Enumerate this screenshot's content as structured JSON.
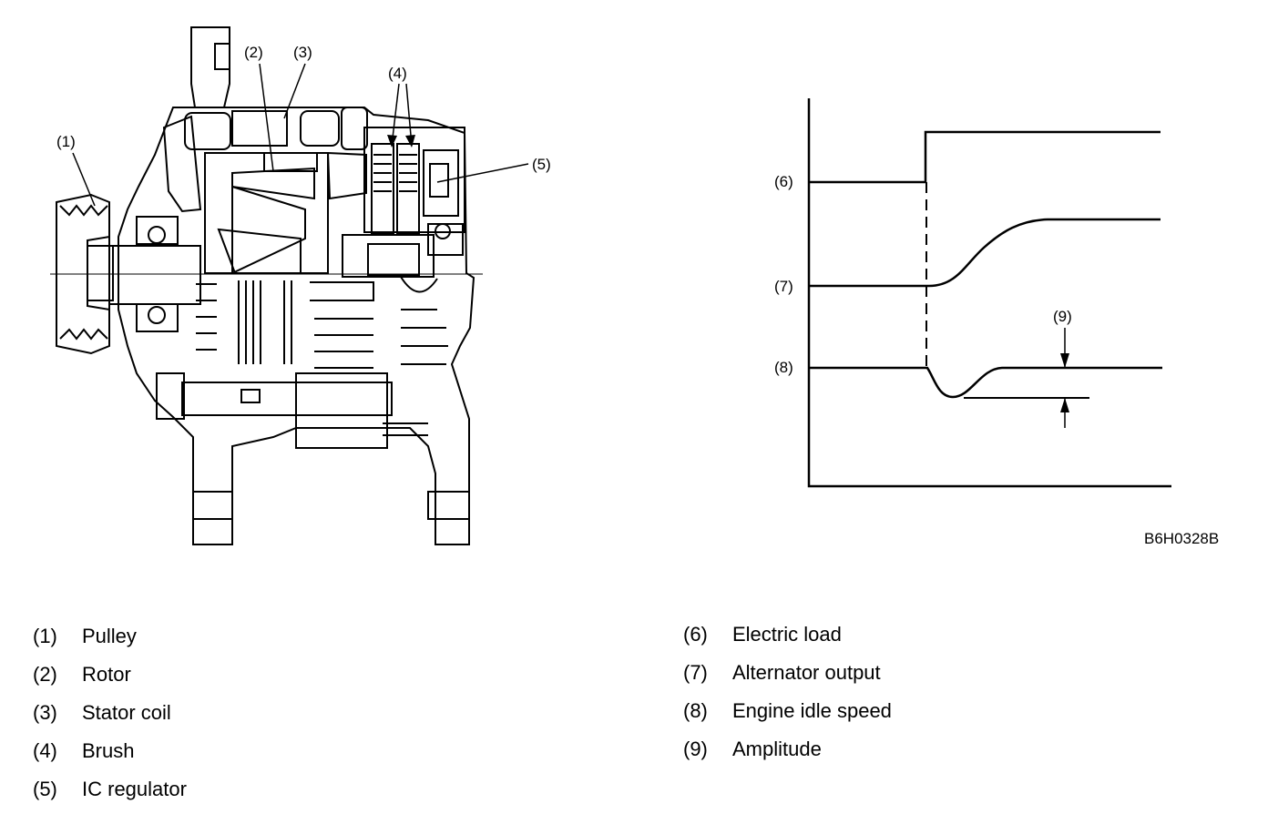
{
  "callouts": {
    "c1": "(1)",
    "c2": "(2)",
    "c3": "(3)",
    "c4": "(4)",
    "c5": "(5)",
    "c6": "(6)",
    "c7": "(7)",
    "c8": "(8)",
    "c9": "(9)"
  },
  "figure_code": "B6H0328B",
  "legend_left": [
    {
      "num": "(1)",
      "label": "Pulley"
    },
    {
      "num": "(2)",
      "label": "Rotor"
    },
    {
      "num": "(3)",
      "label": "Stator coil"
    },
    {
      "num": "(4)",
      "label": "Brush"
    },
    {
      "num": "(5)",
      "label": "IC regulator"
    }
  ],
  "legend_right": [
    {
      "num": "(6)",
      "label": "Electric load"
    },
    {
      "num": "(7)",
      "label": "Alternator output"
    },
    {
      "num": "(8)",
      "label": "Engine idle speed"
    },
    {
      "num": "(9)",
      "label": "Amplitude"
    }
  ]
}
